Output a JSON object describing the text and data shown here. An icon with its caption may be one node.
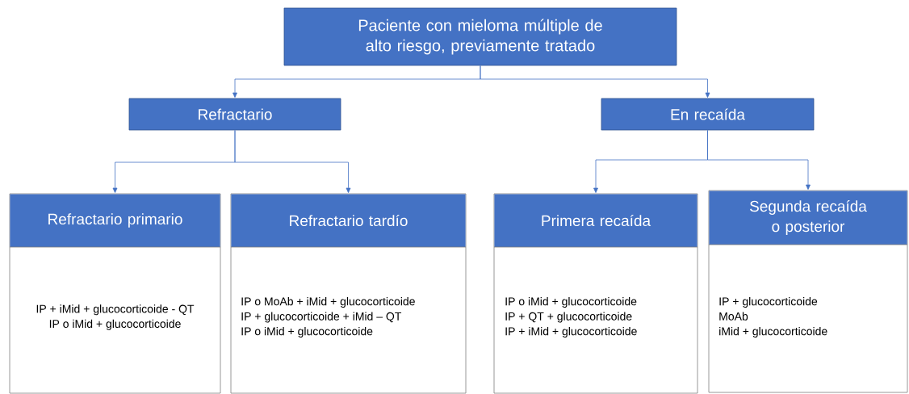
{
  "diagram": {
    "nodes": [
      {
        "text": [
          "Paciente con mieloma múltiple de alto riesgo, previamente tratado"
        ]
      },
      {
        "text": [
          "Refractario"
        ]
      },
      {
        "text": [
          "En recaída"
        ]
      },
      {
        "text": [
          "Refractario primario",
          "IP + iMid + glucocorticoide - QT",
          "IP o iMid + glucocorticoide"
        ]
      },
      {
        "text": [
          "Refractario tardío",
          "IP o MoAb + iMid + glucocorticoide",
          "IP + glucocorticoide + iMid – QT",
          "IP o iMid + glucocorticoide"
        ]
      },
      {
        "text": [
          "Primera recaída",
          "IP o iMid + glucocorticoide",
          "IP + QT + glucocorticoide",
          "IP + iMid + glucocorticoide"
        ]
      },
      {
        "text": [
          "Segunda recaída o posterior",
          "IP + glucocorticoide",
          "MoAb",
          "iMid + glucocorticoide"
        ]
      }
    ],
    "edges": [
      {
        "from": 0,
        "to": 1,
        "arrow": "to"
      },
      {
        "from": 0,
        "to": 2,
        "arrow": "to"
      },
      {
        "from": 1,
        "to": 3,
        "arrow": "to"
      },
      {
        "from": 1,
        "to": 4,
        "arrow": "to"
      },
      {
        "from": 2,
        "to": 5,
        "arrow": "to"
      },
      {
        "from": 2,
        "to": 6,
        "arrow": "to"
      }
    ]
  }
}
